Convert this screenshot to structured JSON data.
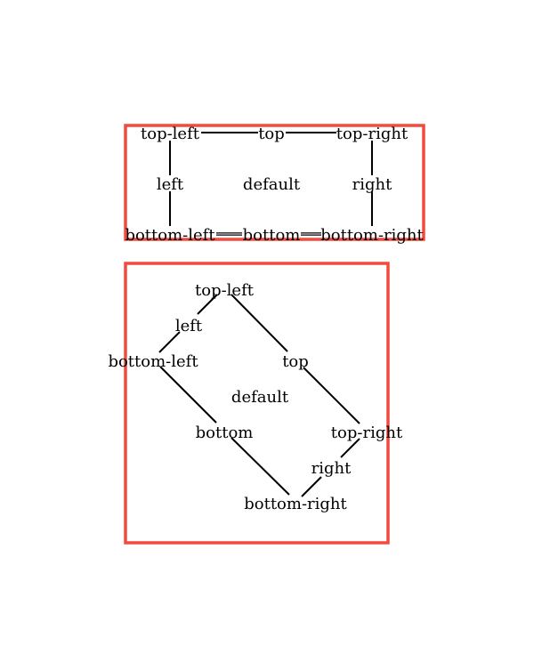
{
  "colors": {
    "frame": "#f44a3e",
    "edge": "#000000",
    "background": "#ffffff"
  },
  "grid_diagram": {
    "nodes": {
      "top_left": "top-left",
      "top": "top",
      "top_right": "top-right",
      "left": "left",
      "center": "default",
      "right": "right",
      "bottom_left": "bottom-left",
      "bottom": "bottom",
      "bottom_right": "bottom-right"
    }
  },
  "rotated_diagram": {
    "nodes": {
      "top_left": "top-left",
      "left": "left",
      "bottom_left": "bottom-left",
      "top": "top",
      "center": "default",
      "bottom": "bottom",
      "top_right": "top-right",
      "right": "right",
      "bottom_right": "bottom-right"
    }
  }
}
